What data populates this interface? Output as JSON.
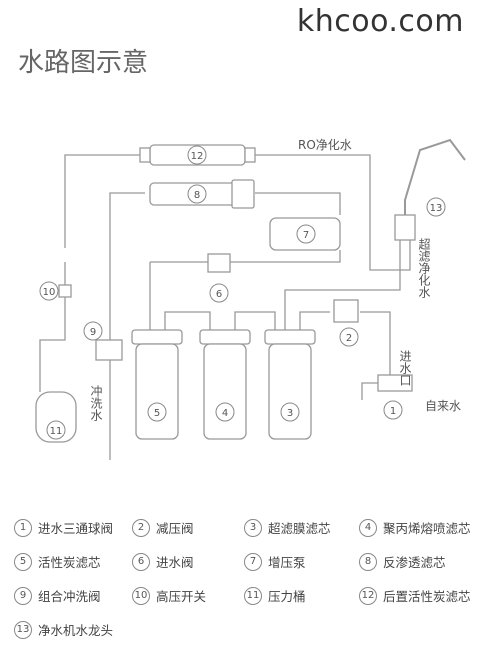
{
  "watermark": "khcoo.com",
  "title": "水路图示意",
  "labels": {
    "ro_water": "RO净化水",
    "ultra_water": "超滤净化水",
    "inlet": "进水口",
    "tap_water": "自来水",
    "flush_water": "冲洗水"
  },
  "callouts": {
    "c1": "1",
    "c2": "2",
    "c3": "3",
    "c4": "4",
    "c5": "5",
    "c6": "6",
    "c7": "7",
    "c8": "8",
    "c9": "9",
    "c10": "10",
    "c11": "11",
    "c12": "12",
    "c13": "13"
  },
  "legend": [
    {
      "num": "1",
      "label": "进水三通球阀"
    },
    {
      "num": "2",
      "label": "减压阀"
    },
    {
      "num": "3",
      "label": "超滤膜滤芯"
    },
    {
      "num": "4",
      "label": "聚丙烯熔喷滤芯"
    },
    {
      "num": "5",
      "label": "活性炭滤芯"
    },
    {
      "num": "6",
      "label": "进水阀"
    },
    {
      "num": "7",
      "label": "增压泵"
    },
    {
      "num": "8",
      "label": "反渗透滤芯"
    },
    {
      "num": "9",
      "label": "组合冲洗阀"
    },
    {
      "num": "10",
      "label": "高压开关"
    },
    {
      "num": "11",
      "label": "压力桶"
    },
    {
      "num": "12",
      "label": "后置活性炭滤芯"
    },
    {
      "num": "13",
      "label": "净水机水龙头"
    }
  ],
  "colors": {
    "line": "#999999",
    "text": "#555555"
  }
}
